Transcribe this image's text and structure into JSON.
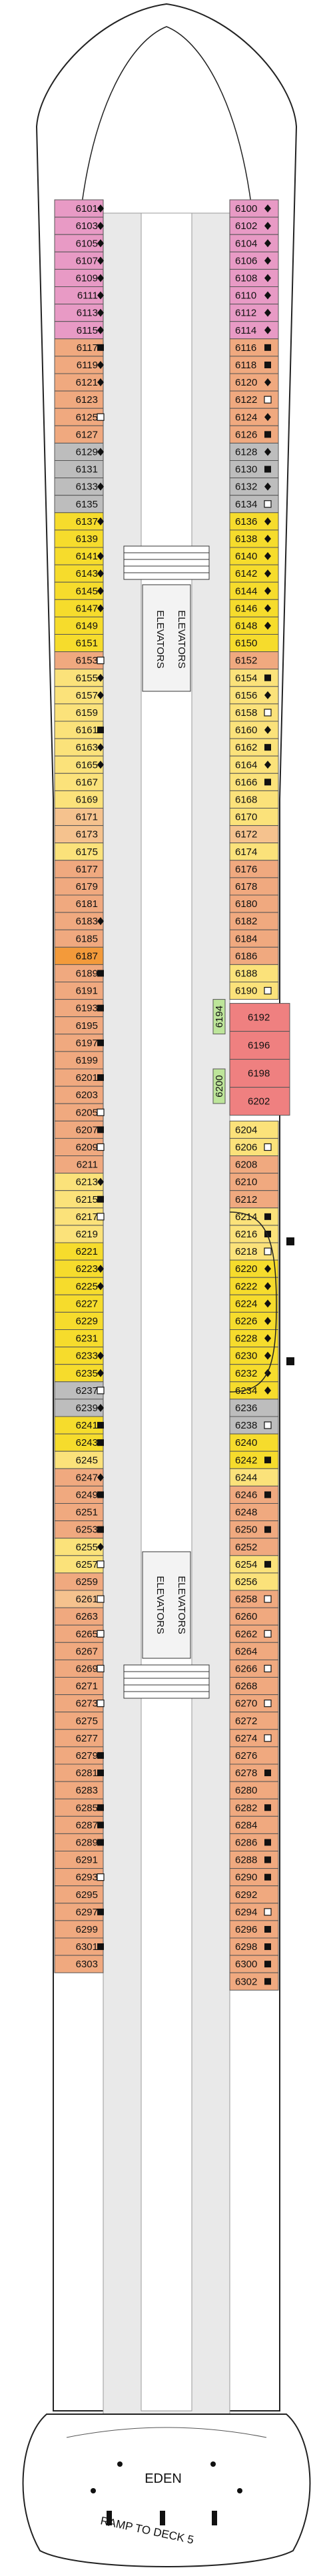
{
  "colors": {
    "pink": "#e89ac5",
    "salmon": "#f0a97f",
    "peach": "#f5c28e",
    "yellow": "#f6dc2c",
    "lightyellow": "#fbe27a",
    "gray": "#bdbdbd",
    "green": "#bde59a",
    "suite": "#ef8080",
    "orange": "#f39a3a",
    "corridor": "#e9e9e9",
    "outline": "#222222"
  },
  "labels": {
    "elevators": "ELEVATORS",
    "venue": "EDEN",
    "ramp": "RAMP TO DECK 5"
  },
  "left_cabins": [
    [
      "6101",
      "pink",
      "d"
    ],
    [
      "6103",
      "pink",
      "d"
    ],
    [
      "6105",
      "pink",
      "d"
    ],
    [
      "6107",
      "pink",
      "d"
    ],
    [
      "6109",
      "pink",
      "d"
    ],
    [
      "6111",
      "pink",
      "d"
    ],
    [
      "6113",
      "pink",
      "d"
    ],
    [
      "6115",
      "pink",
      "d"
    ],
    [
      "6117",
      "salmon",
      "s"
    ],
    [
      "6119",
      "salmon",
      "d"
    ],
    [
      "6121",
      "salmon",
      "d"
    ],
    [
      "6123",
      "salmon",
      ""
    ],
    [
      "6125",
      "salmon",
      "o"
    ],
    [
      "6127",
      "salmon",
      ""
    ],
    [
      "6129",
      "gray",
      "d"
    ],
    [
      "6131",
      "gray",
      ""
    ],
    [
      "6133",
      "gray",
      "d"
    ],
    [
      "6135",
      "gray",
      ""
    ],
    [
      "6137",
      "yellow",
      "d"
    ],
    [
      "6139",
      "yellow",
      ""
    ],
    [
      "6141",
      "yellow",
      "d"
    ],
    [
      "6143",
      "yellow",
      "d"
    ],
    [
      "6145",
      "yellow",
      "d"
    ],
    [
      "6147",
      "yellow",
      "d"
    ],
    [
      "6149",
      "yellow",
      ""
    ],
    [
      "6151",
      "yellow",
      ""
    ],
    [
      "6153",
      "salmon",
      "o"
    ],
    [
      "6155",
      "lightyellow",
      "d"
    ],
    [
      "6157",
      "lightyellow",
      "d"
    ],
    [
      "6159",
      "lightyellow",
      ""
    ],
    [
      "6161",
      "lightyellow",
      "s"
    ],
    [
      "6163",
      "lightyellow",
      "d"
    ],
    [
      "6165",
      "lightyellow",
      "d"
    ],
    [
      "6167",
      "lightyellow",
      ""
    ],
    [
      "6169",
      "lightyellow",
      ""
    ],
    [
      "6171",
      "peach",
      ""
    ],
    [
      "6173",
      "peach",
      ""
    ],
    [
      "6175",
      "lightyellow",
      ""
    ],
    [
      "6177",
      "salmon",
      ""
    ],
    [
      "6179",
      "salmon",
      ""
    ],
    [
      "6181",
      "salmon",
      ""
    ],
    [
      "6183",
      "salmon",
      "d"
    ],
    [
      "6185",
      "salmon",
      ""
    ],
    [
      "6187",
      "orange",
      ""
    ],
    [
      "6189",
      "salmon",
      "s"
    ],
    [
      "6191",
      "salmon",
      ""
    ],
    [
      "6193",
      "salmon",
      "s"
    ],
    [
      "6195",
      "salmon",
      ""
    ],
    [
      "6197",
      "salmon",
      "s"
    ],
    [
      "6199",
      "salmon",
      ""
    ],
    [
      "6201",
      "salmon",
      "s"
    ],
    [
      "6203",
      "salmon",
      ""
    ],
    [
      "6205",
      "salmon",
      "o"
    ],
    [
      "6207",
      "salmon",
      "s"
    ],
    [
      "6209",
      "salmon",
      "o"
    ],
    [
      "6211",
      "salmon",
      ""
    ],
    [
      "6213",
      "lightyellow",
      "d"
    ],
    [
      "6215",
      "lightyellow",
      "s"
    ],
    [
      "6217",
      "lightyellow",
      "o"
    ],
    [
      "6219",
      "lightyellow",
      ""
    ],
    [
      "6221",
      "yellow",
      ""
    ],
    [
      "6223",
      "yellow",
      "d"
    ],
    [
      "6225",
      "yellow",
      "d"
    ],
    [
      "6227",
      "yellow",
      ""
    ],
    [
      "6229",
      "yellow",
      ""
    ],
    [
      "6231",
      "yellow",
      ""
    ],
    [
      "6233",
      "yellow",
      "d"
    ],
    [
      "6235",
      "yellow",
      "d"
    ],
    [
      "6237",
      "gray",
      "o"
    ],
    [
      "6239",
      "gray",
      "d"
    ],
    [
      "6241",
      "yellow",
      "s"
    ],
    [
      "6243",
      "yellow",
      "s"
    ],
    [
      "6245",
      "lightyellow",
      ""
    ],
    [
      "6247",
      "salmon",
      "d"
    ],
    [
      "6249",
      "salmon",
      "s"
    ],
    [
      "6251",
      "salmon",
      ""
    ],
    [
      "6253",
      "salmon",
      "s"
    ],
    [
      "6255",
      "lightyellow",
      "d"
    ],
    [
      "6257",
      "lightyellow",
      "o"
    ],
    [
      "6259",
      "salmon",
      ""
    ],
    [
      "6261",
      "peach",
      "o"
    ],
    [
      "6263",
      "salmon",
      ""
    ],
    [
      "6265",
      "salmon",
      "o"
    ],
    [
      "6267",
      "salmon",
      ""
    ],
    [
      "6269",
      "salmon",
      "o"
    ],
    [
      "6271",
      "salmon",
      ""
    ],
    [
      "6273",
      "salmon",
      "o"
    ],
    [
      "6275",
      "salmon",
      ""
    ],
    [
      "6277",
      "salmon",
      ""
    ],
    [
      "6279",
      "salmon",
      "s"
    ],
    [
      "6281",
      "salmon",
      "s"
    ],
    [
      "6283",
      "salmon",
      ""
    ],
    [
      "6285",
      "salmon",
      "s"
    ],
    [
      "6287",
      "salmon",
      "s"
    ],
    [
      "6289",
      "salmon",
      "s"
    ],
    [
      "6291",
      "salmon",
      ""
    ],
    [
      "6293",
      "salmon",
      "o"
    ],
    [
      "6295",
      "salmon",
      ""
    ],
    [
      "6297",
      "salmon",
      "s"
    ],
    [
      "6299",
      "salmon",
      ""
    ],
    [
      "6301",
      "salmon",
      "s"
    ],
    [
      "6303",
      "salmon",
      ""
    ]
  ],
  "right_cabins": [
    [
      "6100",
      "pink",
      "d"
    ],
    [
      "6102",
      "pink",
      "d"
    ],
    [
      "6104",
      "pink",
      "d"
    ],
    [
      "6106",
      "pink",
      "d"
    ],
    [
      "6108",
      "pink",
      "d"
    ],
    [
      "6110",
      "pink",
      "d"
    ],
    [
      "6112",
      "pink",
      "d"
    ],
    [
      "6114",
      "pink",
      "d"
    ],
    [
      "6116",
      "salmon",
      "s"
    ],
    [
      "6118",
      "salmon",
      "s"
    ],
    [
      "6120",
      "salmon",
      "d"
    ],
    [
      "6122",
      "salmon",
      "o"
    ],
    [
      "6124",
      "salmon",
      "d"
    ],
    [
      "6126",
      "salmon",
      "s"
    ],
    [
      "6128",
      "gray",
      "d"
    ],
    [
      "6130",
      "gray",
      "s"
    ],
    [
      "6132",
      "gray",
      "d"
    ],
    [
      "6134",
      "gray",
      "o"
    ],
    [
      "6136",
      "yellow",
      "d"
    ],
    [
      "6138",
      "yellow",
      "d"
    ],
    [
      "6140",
      "yellow",
      "d"
    ],
    [
      "6142",
      "yellow",
      "d"
    ],
    [
      "6144",
      "yellow",
      "d"
    ],
    [
      "6146",
      "yellow",
      "d"
    ],
    [
      "6148",
      "yellow",
      "d"
    ],
    [
      "6150",
      "yellow",
      ""
    ],
    [
      "6152",
      "salmon",
      ""
    ],
    [
      "6154",
      "lightyellow",
      "s"
    ],
    [
      "6156",
      "lightyellow",
      "d"
    ],
    [
      "6158",
      "lightyellow",
      "o"
    ],
    [
      "6160",
      "lightyellow",
      "d"
    ],
    [
      "6162",
      "lightyellow",
      "s"
    ],
    [
      "6164",
      "lightyellow",
      "d"
    ],
    [
      "6166",
      "lightyellow",
      "s"
    ],
    [
      "6168",
      "lightyellow",
      ""
    ],
    [
      "6170",
      "lightyellow",
      ""
    ],
    [
      "6172",
      "peach",
      ""
    ],
    [
      "6174",
      "lightyellow",
      ""
    ],
    [
      "6176",
      "salmon",
      ""
    ],
    [
      "6178",
      "salmon",
      ""
    ],
    [
      "6180",
      "salmon",
      ""
    ],
    [
      "6182",
      "salmon",
      ""
    ],
    [
      "6184",
      "salmon",
      ""
    ],
    [
      "6186",
      "salmon",
      ""
    ],
    [
      "6188",
      "lightyellow",
      ""
    ],
    [
      "6190",
      "lightyellow",
      "o"
    ],
    [
      "6204",
      "lightyellow",
      ""
    ],
    [
      "6206",
      "lightyellow",
      "o"
    ],
    [
      "6208",
      "salmon",
      ""
    ],
    [
      "6210",
      "salmon",
      ""
    ],
    [
      "6212",
      "salmon",
      ""
    ],
    [
      "6214",
      "lightyellow",
      "s"
    ],
    [
      "6216",
      "lightyellow",
      "s"
    ],
    [
      "6218",
      "lightyellow",
      "o"
    ],
    [
      "6220",
      "yellow",
      "d"
    ],
    [
      "6222",
      "yellow",
      "d"
    ],
    [
      "6224",
      "yellow",
      "d"
    ],
    [
      "6226",
      "yellow",
      "d"
    ],
    [
      "6228",
      "yellow",
      "d"
    ],
    [
      "6230",
      "yellow",
      "d"
    ],
    [
      "6232",
      "yellow",
      "d"
    ],
    [
      "6234",
      "yellow",
      "d"
    ],
    [
      "6236",
      "gray",
      ""
    ],
    [
      "6238",
      "gray",
      "o"
    ],
    [
      "6240",
      "yellow",
      ""
    ],
    [
      "6242",
      "yellow",
      "s"
    ],
    [
      "6244",
      "lightyellow",
      ""
    ],
    [
      "6246",
      "salmon",
      "s"
    ],
    [
      "6248",
      "salmon",
      ""
    ],
    [
      "6250",
      "salmon",
      "s"
    ],
    [
      "6252",
      "salmon",
      ""
    ],
    [
      "6254",
      "lightyellow",
      "s"
    ],
    [
      "6256",
      "lightyellow",
      ""
    ],
    [
      "6258",
      "salmon",
      "o"
    ],
    [
      "6260",
      "salmon",
      ""
    ],
    [
      "6262",
      "salmon",
      "o"
    ],
    [
      "6264",
      "salmon",
      ""
    ],
    [
      "6266",
      "salmon",
      "o"
    ],
    [
      "6268",
      "salmon",
      ""
    ],
    [
      "6270",
      "salmon",
      "o"
    ],
    [
      "6272",
      "salmon",
      ""
    ],
    [
      "6274",
      "salmon",
      "o"
    ],
    [
      "6276",
      "salmon",
      ""
    ],
    [
      "6278",
      "salmon",
      "s"
    ],
    [
      "6280",
      "salmon",
      ""
    ],
    [
      "6282",
      "salmon",
      "s"
    ],
    [
      "6284",
      "salmon",
      ""
    ],
    [
      "6286",
      "salmon",
      "s"
    ],
    [
      "6288",
      "salmon",
      "s"
    ],
    [
      "6290",
      "salmon",
      "s"
    ],
    [
      "6292",
      "salmon",
      ""
    ],
    [
      "6294",
      "salmon",
      "o"
    ],
    [
      "6296",
      "salmon",
      "s"
    ],
    [
      "6298",
      "salmon",
      "s"
    ],
    [
      "6300",
      "salmon",
      "s"
    ],
    [
      "6302",
      "salmon",
      "s"
    ]
  ],
  "connecting_cabins": [
    "6194",
    "6200"
  ],
  "suites": [
    "6192",
    "6196",
    "6198",
    "6202"
  ]
}
